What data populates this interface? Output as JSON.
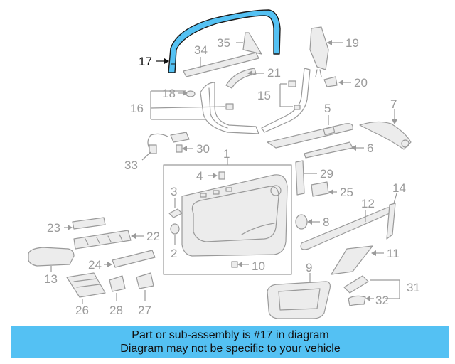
{
  "highlight_color": "#54c1f3",
  "highlighted_part": "17",
  "callouts": {
    "c17": "17",
    "c34": "34",
    "c35": "35",
    "c19": "19",
    "c21": "21",
    "c18": "18",
    "c16": "16",
    "c15": "15",
    "c20": "20",
    "c5": "5",
    "c7": "7",
    "c33": "33",
    "c30": "30",
    "c6": "6",
    "c1": "1",
    "c4": "4",
    "c29": "29",
    "c3": "3",
    "c25": "25",
    "c14": "14",
    "c23": "23",
    "c22": "22",
    "c12": "12",
    "c8": "8",
    "c2": "2",
    "c13": "13",
    "c24": "24",
    "c11": "11",
    "c10": "10",
    "c9": "9",
    "c31": "31",
    "c32": "32",
    "c26": "26",
    "c28": "28",
    "c27": "27"
  },
  "caption": {
    "line1": "Part or sub-assembly is #17 in diagram",
    "line2": "Diagram may not be specific to your vehicle"
  }
}
